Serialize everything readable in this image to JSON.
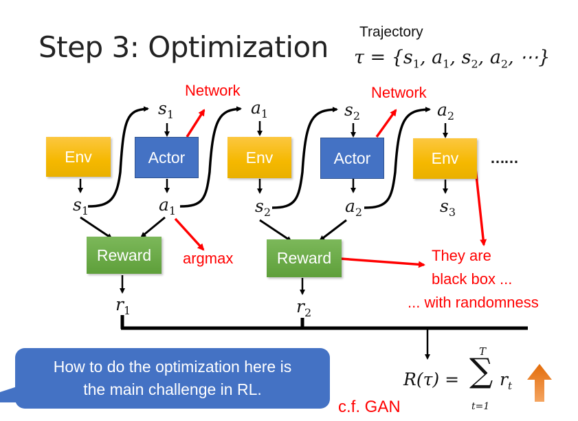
{
  "title": "Step 3: Optimization",
  "trajectory": {
    "label": "Trajectory",
    "formula_lhs": "τ = {",
    "items": [
      {
        "sym": "s",
        "sub": "1"
      },
      {
        "sym": "a",
        "sub": "1"
      },
      {
        "sym": "s",
        "sub": "2"
      },
      {
        "sym": "a",
        "sub": "2"
      }
    ],
    "formula_tail": ", ⋯}"
  },
  "boxes": {
    "env1": "Env",
    "actor1": "Actor",
    "env2": "Env",
    "actor2": "Actor",
    "env3": "Env",
    "reward1": "Reward",
    "reward2": "Reward"
  },
  "vars": {
    "s1_top": {
      "sym": "s",
      "sub": "1"
    },
    "a1_top": {
      "sym": "a",
      "sub": "1"
    },
    "s2_top": {
      "sym": "s",
      "sub": "2"
    },
    "a2_top": {
      "sym": "a",
      "sub": "2"
    },
    "s1_bot": {
      "sym": "s",
      "sub": "1"
    },
    "a1_bot": {
      "sym": "a",
      "sub": "1"
    },
    "s2_bot": {
      "sym": "s",
      "sub": "2"
    },
    "a2_bot": {
      "sym": "a",
      "sub": "2"
    },
    "s3_bot": {
      "sym": "s",
      "sub": "3"
    },
    "r1": {
      "sym": "r",
      "sub": "1"
    },
    "r2": {
      "sym": "r",
      "sub": "2"
    }
  },
  "annotations": {
    "network1": "Network",
    "network2": "Network",
    "argmax": "argmax",
    "black_box_line1": "They are",
    "black_box_line2": "black box ...",
    "black_box_line3": "... with randomness",
    "cf_gan": "c.f. GAN",
    "ellipsis": "……"
  },
  "callout": {
    "line1": "How to do the optimization here is",
    "line2": "the main challenge in RL."
  },
  "return_formula": {
    "lhs": "R(τ) =",
    "sum_upper": "T",
    "sum_lower": "t=1",
    "sum_symbol": "∑",
    "term": "r",
    "term_sub": "t"
  },
  "colors": {
    "env": "#f5b800",
    "actor": "#4472c4",
    "reward": "#70ad47",
    "annotation": "#ff0000",
    "up_arrow": "#ed7d31",
    "callout": "#4472c4"
  }
}
